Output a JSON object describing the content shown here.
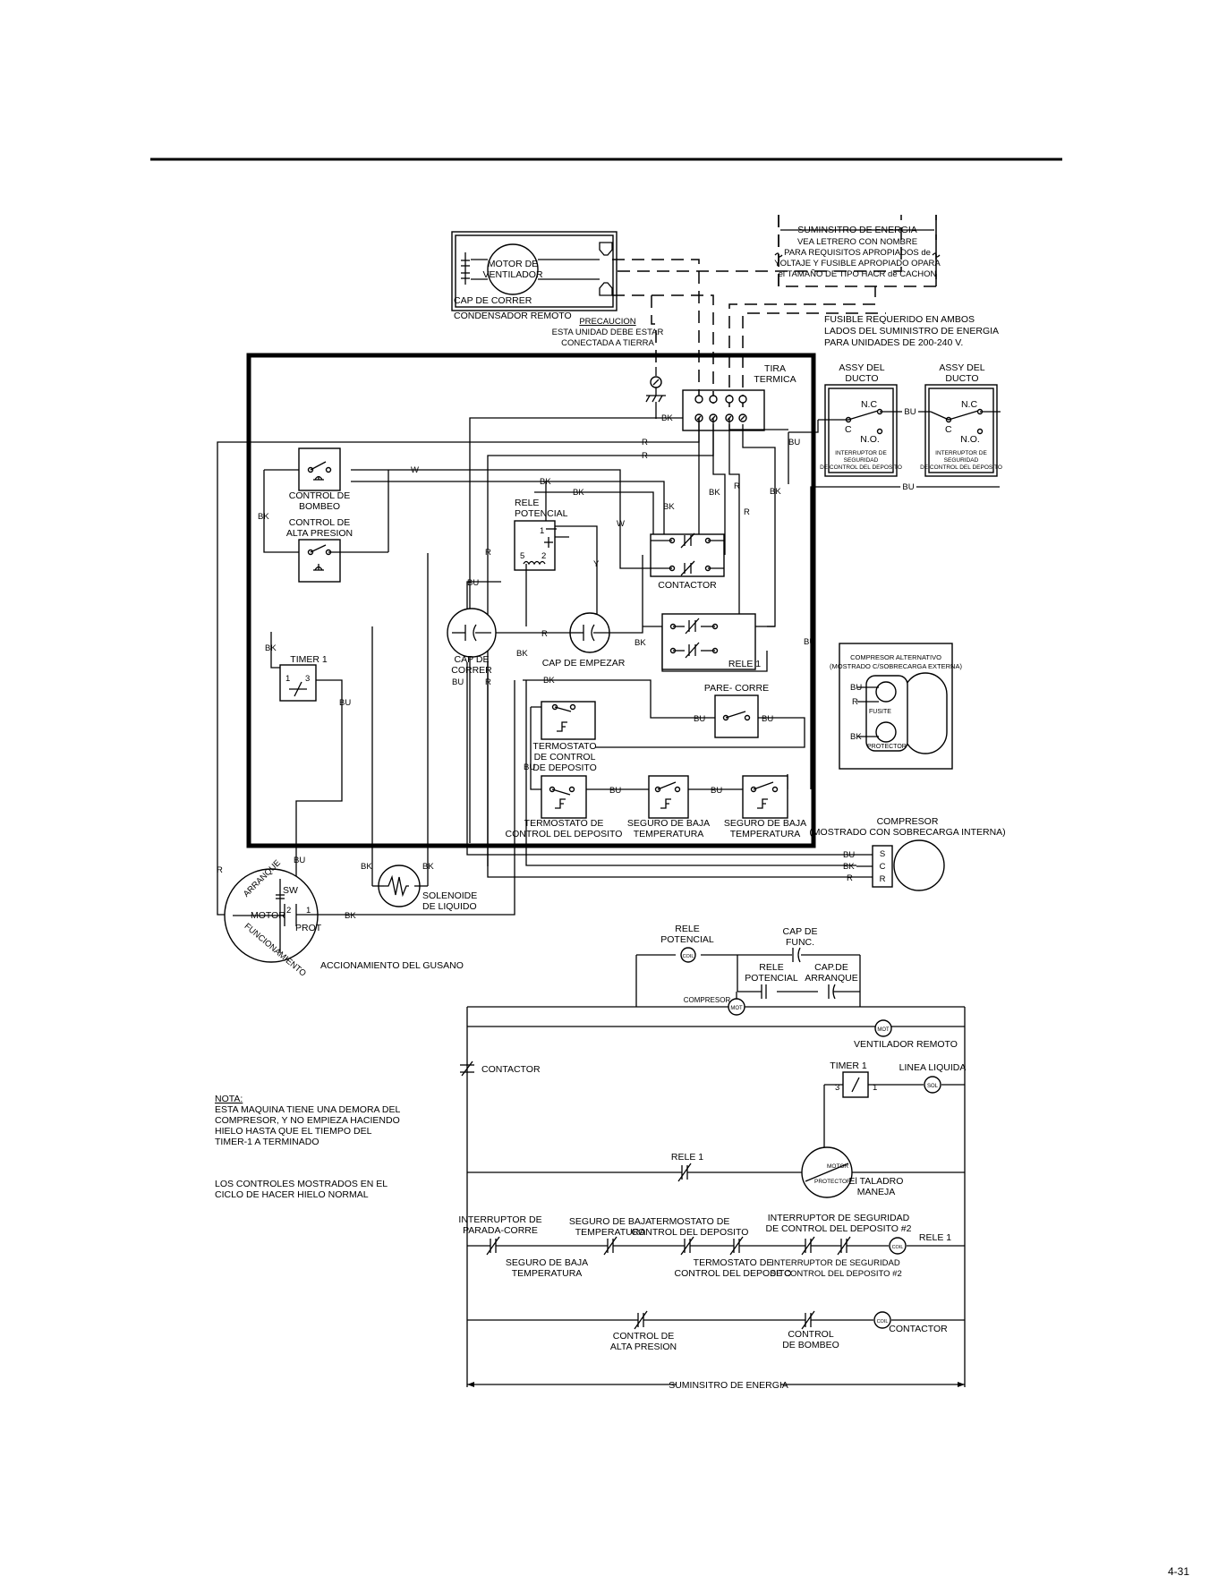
{
  "remote_condenser": {
    "motor": [
      "MOTOR DE",
      "VENTILADOR"
    ],
    "run_cap": "CAP DE CORRER",
    "title": "CONDENSADOR REMOTO"
  },
  "power_supply": {
    "title": "SUMINSITRO DE ENERGIA",
    "lines": [
      "VEA LETRERO CON NOMBRE",
      "PARA REQUISITOS APROPIADOS de",
      "YOLTAJE Y FUSIBLE APROPIADO OPARA",
      "el TAMAÑO DE TIPO HACR de CACHON"
    ]
  },
  "caution": {
    "title": "PRECAUCION",
    "lines": [
      "ESTA UNIDAD DEBE ESTAR",
      "CONECTADA A TIERRA"
    ]
  },
  "fuse_note": [
    "FUSIBLE REQUERIDO EN AMBOS",
    "LADOS DEL SUMINISTRO DE ENERGIA",
    "PARA UNIDADES DE 200-240 V."
  ],
  "terminal_strip": [
    "TIRA",
    "TERMICA"
  ],
  "duct_assy": {
    "title": [
      "ASSY DEL",
      "DUCTO"
    ],
    "nc": "N.C",
    "c": "C",
    "no": "N.O.",
    "caption": [
      "INTERRUPTOR DE",
      "SEGURIDAD",
      "DE CONTROL DEL DEPOSITO"
    ]
  },
  "wire_codes": {
    "bk": "BK",
    "r": "R",
    "w": "W",
    "bu": "BU",
    "y": "Y"
  },
  "pump_control": [
    "CONTROL DE",
    "BOMBEO"
  ],
  "hp_control": [
    "CONTROL DE",
    "ALTA PRESION"
  ],
  "potential_relay": {
    "label": [
      "RELE",
      "POTENCIAL"
    ],
    "pins": [
      "1",
      "5",
      "2"
    ]
  },
  "contactor": "CONTACTOR",
  "relay1": "RELE 1",
  "timer": {
    "label": "TIMER 1",
    "pins": [
      "1",
      "3"
    ]
  },
  "run_capacitor": [
    "CAP DE",
    "CORRER"
  ],
  "start_capacitor": "CAP DE EMPEZAR",
  "stop_run": "PARE- CORRE",
  "bin_thermostat": [
    "TERMOSTATO",
    "DE CONTROL",
    "DE DEPOSITO"
  ],
  "bin_thermostat2": [
    "TERMOSTATO DE",
    "CONTROL DEL DEPOSITO"
  ],
  "low_temp_safety": [
    "SEGURO DE BAJA",
    "TEMPERATURA"
  ],
  "recip_compressor": {
    "title": [
      "COMPRESOR ALTERNATIVO",
      "(MOSTRADO C/SOBRECARGA EXTERNA)"
    ],
    "fusite": "FUSITE",
    "protector": "PROTECTOR"
  },
  "compressor": {
    "title": [
      "COMPRESOR",
      "(MOSTRADO CON SOBRECARGA INTERNA)"
    ],
    "terminals": [
      "S",
      "C",
      "R"
    ]
  },
  "auger_motor": {
    "start": "ARRANQUE",
    "run": "FUNCIONAMIENTO",
    "motor": "MOTOR",
    "sw": "SW",
    "prot": "PROT",
    "pins": [
      "2",
      "1"
    ],
    "caption": "ACCIONAMIENTO DEL GUSANO"
  },
  "solenoid": [
    "SOLENOIDE",
    "DE LIQUIDO"
  ],
  "ladder": {
    "pot_relay": [
      "RELE",
      "POTENCIAL"
    ],
    "run_cap": [
      "CAP DE",
      "FUNC."
    ],
    "pot_relay2": [
      "RELE",
      "POTENCIAL"
    ],
    "start_cap": [
      "CAP.DE",
      "ARRANQUE"
    ],
    "compressor": "COMPRESOR",
    "mot": "MOT",
    "remote_fan": "VENTILADOR REMOTO",
    "contactor": "CONTACTOR",
    "timer": "TIMER 1",
    "timer_pins": [
      "3",
      "1"
    ],
    "liquid_line": "LINEA LIQUIDA",
    "sol": "SOL",
    "relay1": "RELE 1",
    "protector": "PROTECTOR",
    "motor": "MOTOR",
    "auger": [
      "El TALADRO",
      "MANEJA"
    ],
    "stop_run": [
      "INTERRUPTOR DE",
      "PARADA-CORRE"
    ],
    "low_temp_top": [
      "SEGURO DE BAJA",
      "TEMPERATURA"
    ],
    "bin_thermo_top": [
      "TERMOSTATO DE",
      "CONTROL DEL DEPOSITO"
    ],
    "bin_safety_top": [
      "INTERRUPTOR DE SEGURIDAD",
      "DE CONTROL DEL DEPOSITO #2"
    ],
    "relay1_right": "RELE 1",
    "low_temp_bottom": [
      "SEGURO DE BAJA",
      "TEMPERATURA"
    ],
    "bin_thermo_bottom": [
      "TERMOSTATO DE",
      "CONTROL DEL DEPOSITO"
    ],
    "bin_safety_bottom": [
      "INTERRUPTOR DE SEGURIDAD",
      "DE CONTROL DEL DEPOSITO #2"
    ],
    "coil": "COIL",
    "hp_control": [
      "CONTROL DE",
      "ALTA PRESION"
    ],
    "pump_control": [
      "CONTROL",
      "DE BOMBEO"
    ],
    "contactor2": "CONTACTOR",
    "supply": "SUMINSITRO DE ENERGIA"
  },
  "note": {
    "title": "NOTA:",
    "lines": [
      "ESTA MAQUINA TIENE UNA DEMORA DEL",
      "COMPRESOR, Y NO EMPIEZA HACIENDO",
      "HIELO HASTA QUE EL TIEMPO DEL",
      "TIMER-1 A TERMINADO"
    ],
    "lines2": [
      "LOS CONTROLES MOSTRADOS EN EL",
      "CICLO DE HACER HIELO NORMAL"
    ]
  },
  "page_number": "4-31"
}
